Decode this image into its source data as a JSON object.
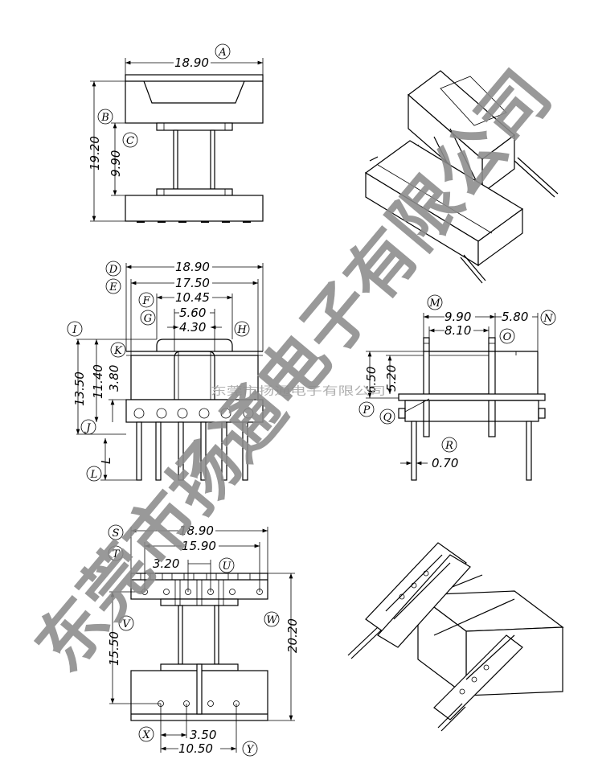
{
  "watermark": {
    "large": "东莞市扬通电子有限公司",
    "small": "东莞市扬通电子有限公司"
  },
  "top_view": {
    "width": "18.90",
    "height": "19.20",
    "core": "9.90",
    "labels": {
      "a": "A",
      "b": "B",
      "c": "C"
    }
  },
  "front_view": {
    "d": "18.90",
    "e": "17.50",
    "f": "10.45",
    "g": "5.60",
    "h": "4.30",
    "i": "13.50",
    "j": "11.40",
    "k": "3.80",
    "l": "L",
    "labels": {
      "d": "D",
      "e": "E",
      "f": "F",
      "g": "G",
      "h": "H",
      "i": "I",
      "j": "J",
      "k": "K",
      "l": "L"
    }
  },
  "side_view": {
    "m": "9.90",
    "n": "5.80",
    "o": "8.10",
    "p": "6.50",
    "q": "5.20",
    "r": "0.70",
    "labels": {
      "m": "M",
      "n": "N",
      "o": "O",
      "p": "P",
      "q": "Q",
      "r": "R"
    }
  },
  "bottom_view": {
    "s": "18.90",
    "t": "15.90",
    "u": "3.20",
    "v": "15.50",
    "w": "20.20",
    "x": "3.50",
    "y": "10.50",
    "labels": {
      "s": "S",
      "t": "T",
      "u": "U",
      "v": "V",
      "w": "W",
      "x": "X",
      "y": "Y"
    }
  }
}
